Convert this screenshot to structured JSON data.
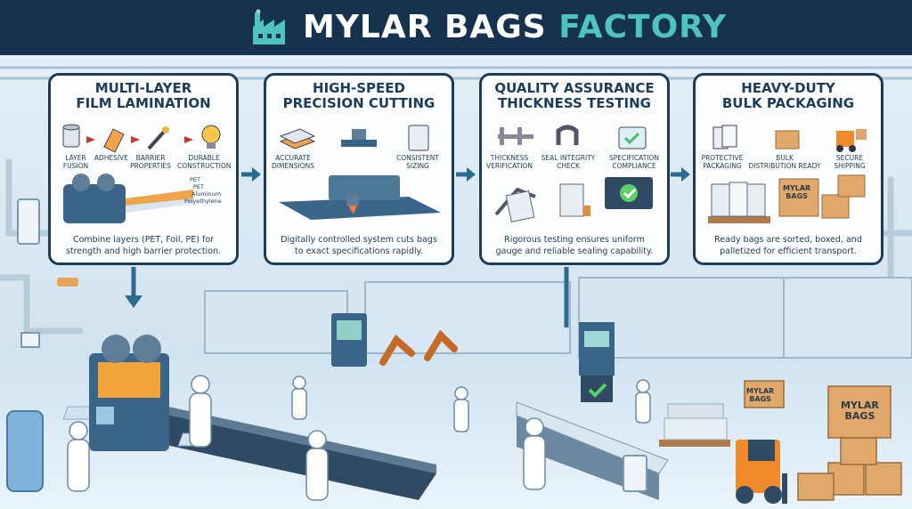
{
  "header": {
    "title_part1": "MYLAR BAGS",
    "title_part2": "FACTORY",
    "logo_icon": "factory-icon"
  },
  "steps": [
    {
      "title_line1": "MULTI-LAYER",
      "title_line2": "FILM LAMINATION",
      "icons": [
        {
          "label": "LAYER\nFUSION",
          "icon": "film-roll-icon"
        },
        {
          "label": "ADHESIVE",
          "icon": "glue-tape-icon"
        },
        {
          "label": "BARRIER\nPROPERTIES",
          "icon": "dropper-icon"
        },
        {
          "label": "DURABLE\nCONSTRUCTION",
          "icon": "lightbulb-icon"
        }
      ],
      "layer_labels": [
        "PET",
        "PET",
        "Aluminum",
        "Polyethylene"
      ],
      "desc_line1": "Combine layers (PET, Foil, PE) for",
      "desc_line2": "strength and high barrier protection."
    },
    {
      "title_line1": "HIGH-SPEED",
      "title_line2": "PRECISION CUTTING",
      "icons": [
        {
          "label": "ACCURATE\nDIMENSIONS",
          "icon": "stacked-sheets-icon"
        },
        {
          "label": "",
          "icon": "conveyor-icon"
        },
        {
          "label": "CONSISTENT\nSIZING",
          "icon": "pouch-icon"
        }
      ],
      "desc_line1": "Digitally controlled system cuts bags",
      "desc_line2": "to exact specifications rapidly."
    },
    {
      "title_line1": "QUALITY ASSURANCE",
      "title_line2": "THICKNESS TESTING",
      "icons": [
        {
          "label": "THICKNESS\nVERIFICATION",
          "icon": "caliper-icon"
        },
        {
          "label": "SEAL INTEGRITY\nCHECK",
          "icon": "clamp-icon"
        },
        {
          "label": "SPECIFICATION\nCOMPLIANCE",
          "icon": "checkmark-doc-icon"
        }
      ],
      "desc_line1": "Rigorous testing ensures uniform",
      "desc_line2": "gauge and reliable sealing capability."
    },
    {
      "title_line1": "HEAVY-DUTY",
      "title_line2": "BULK PACKAGING",
      "icons": [
        {
          "label": "PROTECTIVE\nPACKAGING",
          "icon": "bags-icon"
        },
        {
          "label": "BULK\nDISTRIBUTION READY",
          "icon": "box-icon"
        },
        {
          "label": "SECURE\nSHIPPING",
          "icon": "forklift-icon"
        }
      ],
      "box_print": "MYLAR\nBAGS",
      "desc_line1": "Ready bags are sorted, boxed, and",
      "desc_line2": "palletized for efficient transport."
    }
  ],
  "floor_boxes": {
    "line1": "MYLAR",
    "line2": "BAGS"
  }
}
